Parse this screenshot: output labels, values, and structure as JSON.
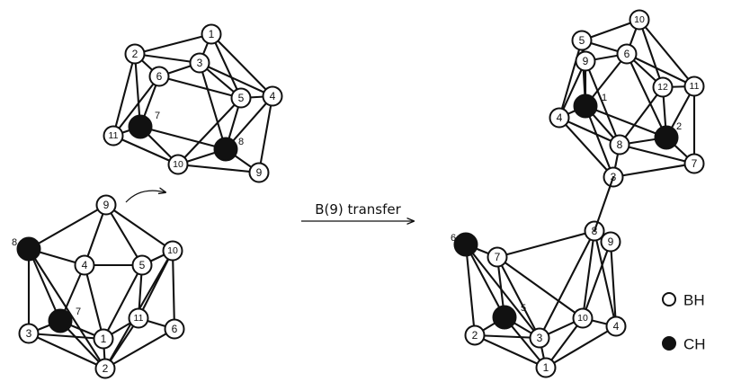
{
  "reaction": {
    "arrow_label": "B(9) transfer"
  },
  "legend": {
    "items": [
      {
        "kind": "open-circle",
        "label": "BH"
      },
      {
        "kind": "filled-circle",
        "label": "CH"
      }
    ]
  },
  "clusters": {
    "reactant_top": {
      "vertex_labels": [
        "1",
        "2",
        "3",
        "4",
        "5",
        "6",
        "7",
        "8",
        "9",
        "10",
        "11"
      ],
      "carbon_vertices": [
        "7",
        "8"
      ]
    },
    "reactant_bottom": {
      "vertex_labels": [
        "1",
        "2",
        "3",
        "4",
        "5",
        "6",
        "7",
        "8",
        "9",
        "10",
        "11"
      ],
      "carbon_vertices": [
        "7",
        "8"
      ]
    },
    "product_top": {
      "vertex_labels": [
        "1",
        "2",
        "3",
        "4",
        "5",
        "6",
        "7",
        "8",
        "9",
        "10",
        "11",
        "12"
      ],
      "carbon_vertices": [
        "1",
        "2"
      ]
    },
    "product_bottom": {
      "vertex_labels": [
        "1",
        "2",
        "3",
        "4",
        "5",
        "6",
        "7",
        "8",
        "9",
        "10"
      ],
      "carbon_vertices": [
        "5",
        "6"
      ]
    }
  },
  "colors": {
    "line": "#111111",
    "bh_fill": "#ffffff",
    "ch_fill": "#111111"
  }
}
